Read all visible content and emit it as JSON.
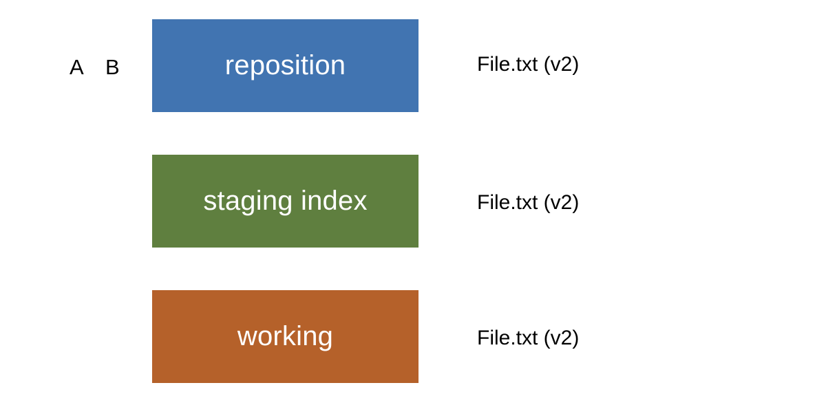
{
  "commits": [
    "A",
    "B"
  ],
  "areas": [
    {
      "label": "reposition",
      "color": "#4174b1",
      "file": "File.txt (v2)"
    },
    {
      "label": "staging index",
      "color": "#5f7f3f",
      "file": "File.txt (v2)"
    },
    {
      "label": "working",
      "color": "#b5612a",
      "file": "File.txt (v2)"
    }
  ]
}
